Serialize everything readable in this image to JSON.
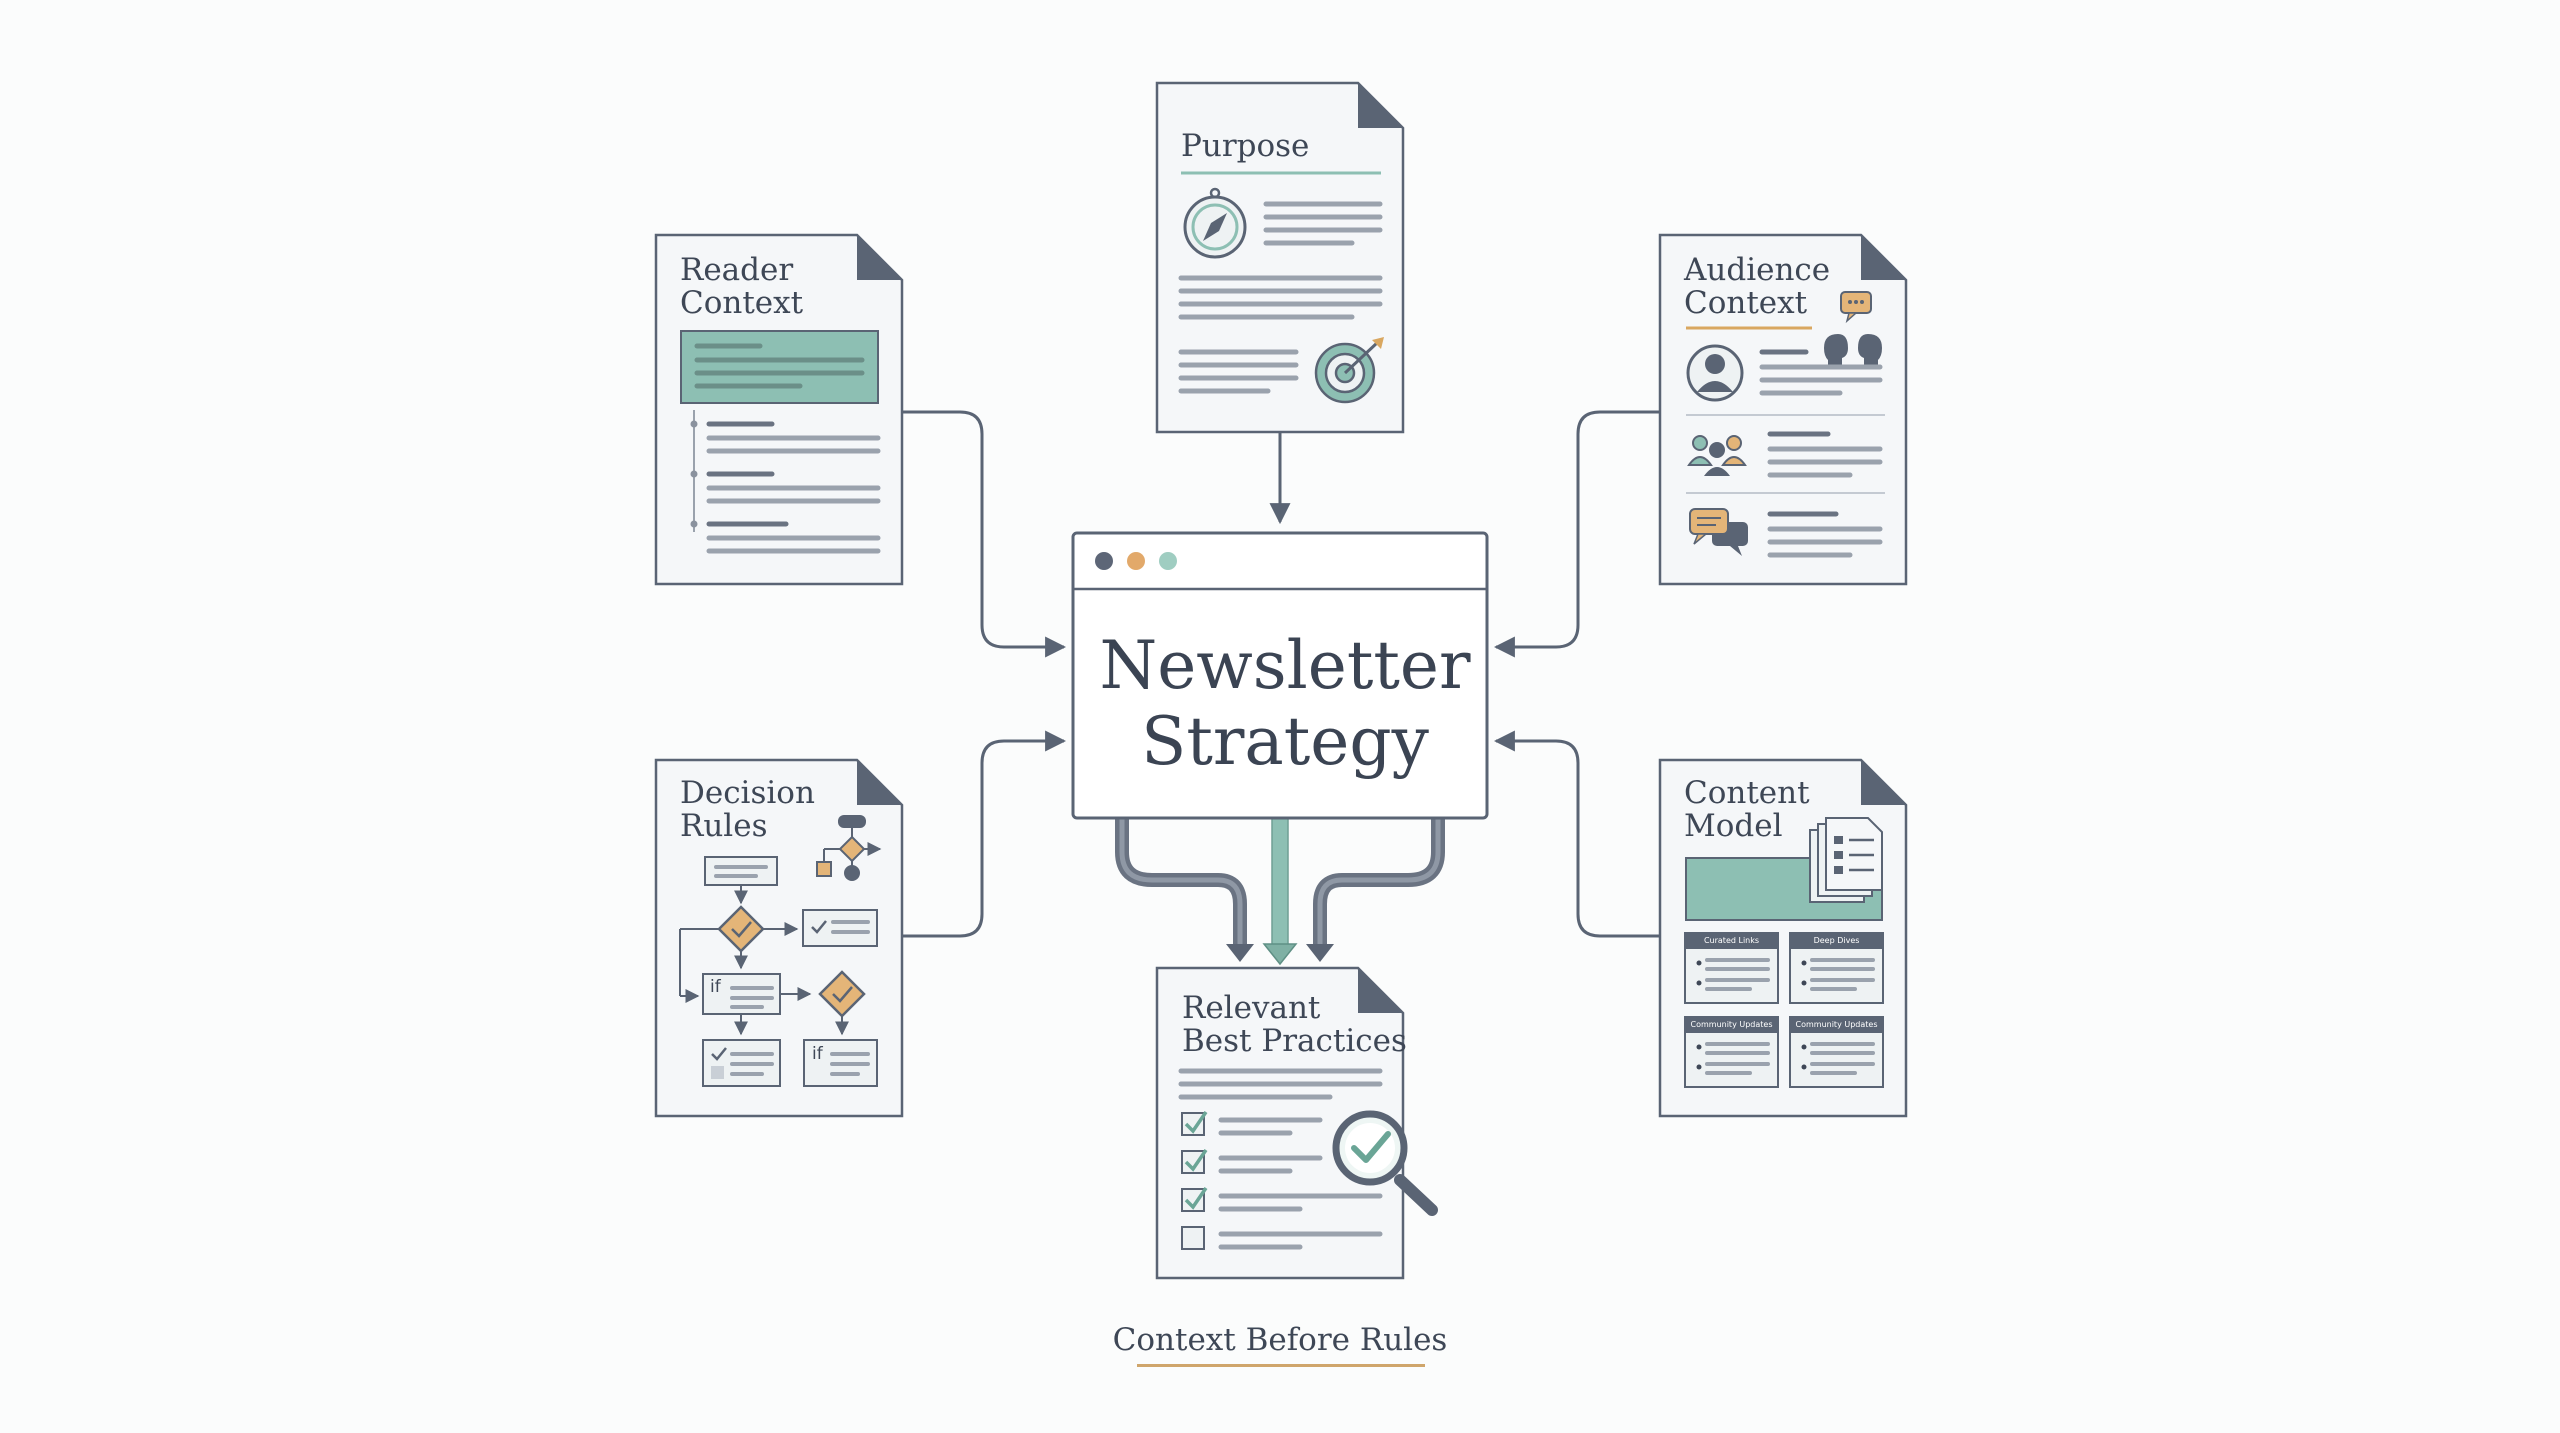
{
  "diagram": {
    "center": {
      "title": "Newsletter\nStrategy"
    },
    "nodes": {
      "purpose": {
        "label": "Purpose"
      },
      "reader_context": {
        "label": "Reader\nContext"
      },
      "audience_context": {
        "label": "Audience\nContext"
      },
      "decision_rules": {
        "label": "Decision\nRules",
        "if_label": "if"
      },
      "content_model": {
        "label": "Content\nModel",
        "cards": [
          "Curated Links",
          "Deep Dives",
          "Community Updates",
          "Community Updates"
        ]
      },
      "best_practices": {
        "label": "Relevant\nBest Practices"
      }
    },
    "caption": "Context Before Rules"
  },
  "colors": {
    "ink": "#3e4756",
    "stroke": "#5a6474",
    "teal": "#8dbfb3",
    "gold": "#d9a760",
    "paper": "#f5f7f9",
    "text_line": "#9aa2ad"
  }
}
